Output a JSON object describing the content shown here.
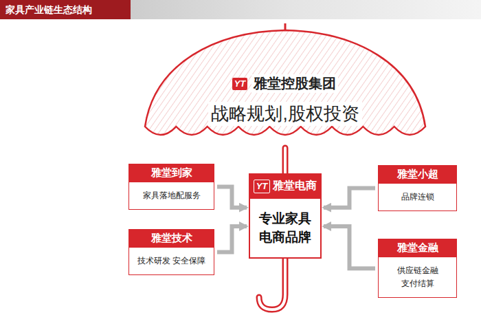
{
  "diagram": {
    "title": "家具产业链生态结构",
    "nodes": [
      {
        "text": [
          "YT",
          "雅堂控股集团",
          "战略规划,股权投资"
        ]
      },
      {
        "text": [
          "雅堂到家",
          "家具落地配服务"
        ]
      },
      {
        "text": [
          "雅堂技术",
          "技术研发 安全保障"
        ]
      },
      {
        "text": [
          "YT",
          "雅堂电商",
          "专业家具 电商品牌"
        ]
      },
      {
        "text": [
          "雅堂小超",
          "品牌连锁"
        ]
      },
      {
        "text": [
          "雅堂金融",
          "供应链金融 支付结算"
        ]
      }
    ],
    "edges": [
      {
        "from": 1,
        "to": 3,
        "arrow": "to"
      },
      {
        "from": 2,
        "to": 3,
        "arrow": "to"
      },
      {
        "from": 4,
        "to": 3,
        "arrow": "to"
      },
      {
        "from": 5,
        "to": 3,
        "arrow": "to"
      }
    ]
  }
}
